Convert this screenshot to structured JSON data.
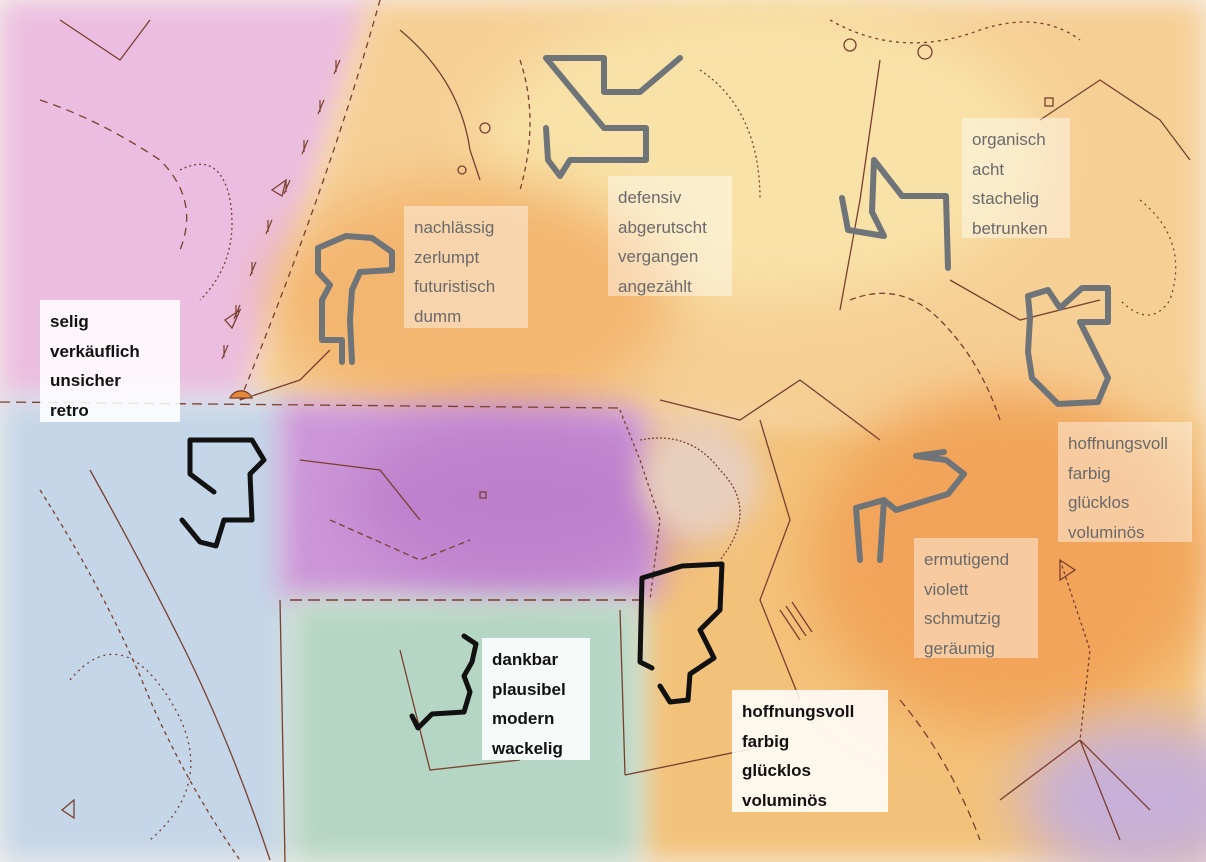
{
  "artwork": {
    "colors": {
      "paper": "#f7f1ea",
      "pink": "#e7b3d8",
      "orange": "#f1a75a",
      "yellow": "#f3d58a",
      "blue": "#bcd2e6",
      "purple": "#c488d2",
      "green": "#aacfbf",
      "line": "#7a3f2e",
      "grey_outline": "#6f7478",
      "black_outline": "#111111"
    }
  },
  "labels": {
    "top_left": [
      "selig",
      "verkäuflich",
      "unsicher",
      "retro"
    ],
    "upper_center": [
      "nachlässig",
      "zerlumpt",
      "futuristisch",
      "dumm"
    ],
    "top_center": [
      "defensiv",
      "abgerutscht",
      "vergangen",
      "angezählt"
    ],
    "top_right": [
      "organisch",
      "acht",
      "stachelig",
      "betrunken"
    ],
    "right": [
      "hoffnungsvoll",
      "farbig",
      "glücklos",
      "voluminös"
    ],
    "center_right": [
      "ermutigend",
      "violett",
      "schmutzig",
      "geräumig"
    ],
    "bottom_center": [
      "dankbar",
      "plausibel",
      "modern",
      "wackelig"
    ],
    "bottom_right": [
      "hoffnungsvoll",
      "farbig",
      "glücklos",
      "voluminös"
    ]
  }
}
